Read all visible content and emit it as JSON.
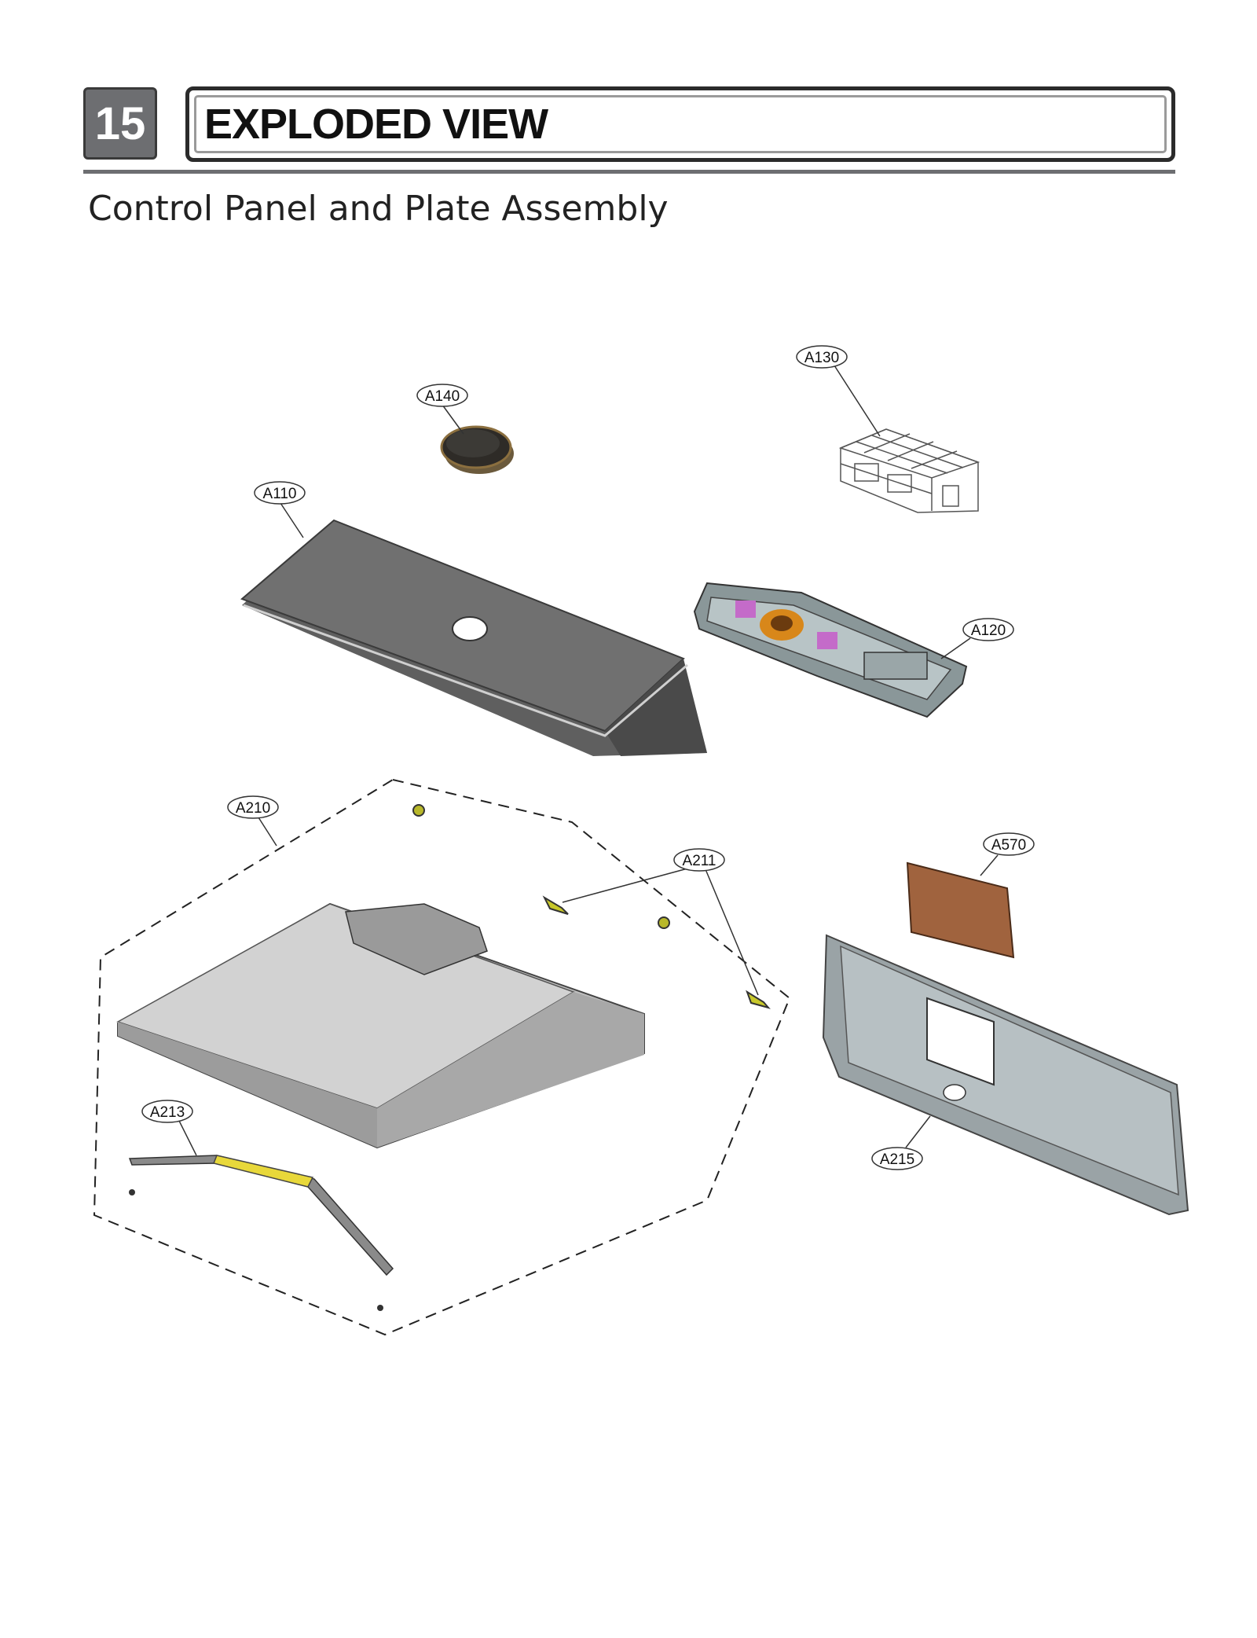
{
  "header": {
    "section_number": "15",
    "title": "EXPLODED VIEW"
  },
  "subtitle": "Control Panel and Plate Assembly",
  "parts": {
    "a140": "A140",
    "a130": "A130",
    "a110": "A110",
    "a120": "A120",
    "a210": "A210",
    "a211": "A211",
    "a570": "A570",
    "a213": "A213",
    "a215": "A215"
  }
}
